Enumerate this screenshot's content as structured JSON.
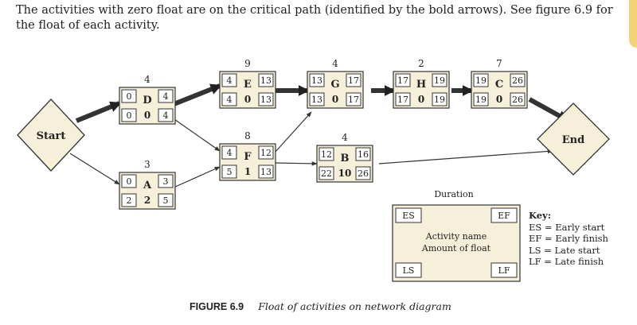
{
  "intro_text": "The activities with zero float are on the critical path (identified by the bold arrows). See figure 6.9 for the float of each activity.",
  "nodes": {
    "start": "Start",
    "end": "End"
  },
  "activities": [
    {
      "id": "D",
      "name": "D",
      "duration": "4",
      "es": "0",
      "ef": "4",
      "ls": "0",
      "float": "0",
      "lf": "4",
      "critical": true
    },
    {
      "id": "A",
      "name": "A",
      "duration": "3",
      "es": "0",
      "ef": "3",
      "ls": "2",
      "float": "2",
      "lf": "5",
      "critical": false
    },
    {
      "id": "E",
      "name": "E",
      "duration": "9",
      "es": "4",
      "ef": "13",
      "ls": "4",
      "float": "0",
      "lf": "13",
      "critical": true
    },
    {
      "id": "F",
      "name": "F",
      "duration": "8",
      "es": "4",
      "ef": "12",
      "ls": "5",
      "float": "1",
      "lf": "13",
      "critical": false
    },
    {
      "id": "G",
      "name": "G",
      "duration": "4",
      "es": "13",
      "ef": "17",
      "ls": "13",
      "float": "0",
      "lf": "17",
      "critical": true
    },
    {
      "id": "B",
      "name": "B",
      "duration": "4",
      "es": "12",
      "ef": "16",
      "ls": "22",
      "float": "10",
      "lf": "26",
      "critical": false
    },
    {
      "id": "H",
      "name": "H",
      "duration": "2",
      "es": "17",
      "ef": "19",
      "ls": "17",
      "float": "0",
      "lf": "19",
      "critical": true
    },
    {
      "id": "C",
      "name": "C",
      "duration": "7",
      "es": "19",
      "ef": "26",
      "ls": "19",
      "float": "0",
      "lf": "26",
      "critical": true
    }
  ],
  "legend": {
    "duration": "Duration",
    "es": "ES",
    "ef": "EF",
    "ls": "LS",
    "lf": "LF",
    "name_line1": "Activity name",
    "name_line2": "Amount of float"
  },
  "key": {
    "title": "Key:",
    "items": [
      "ES = Early start",
      "EF = Early finish",
      "LS = Late start",
      "LF = Late finish"
    ]
  },
  "caption": {
    "figure": "FIGURE 6.9",
    "title": "Float of activities on network diagram"
  },
  "colors": {
    "box_fill": "#f6efd9",
    "cell_fill": "#ffffff",
    "line": "#333333",
    "text": "#222222"
  }
}
